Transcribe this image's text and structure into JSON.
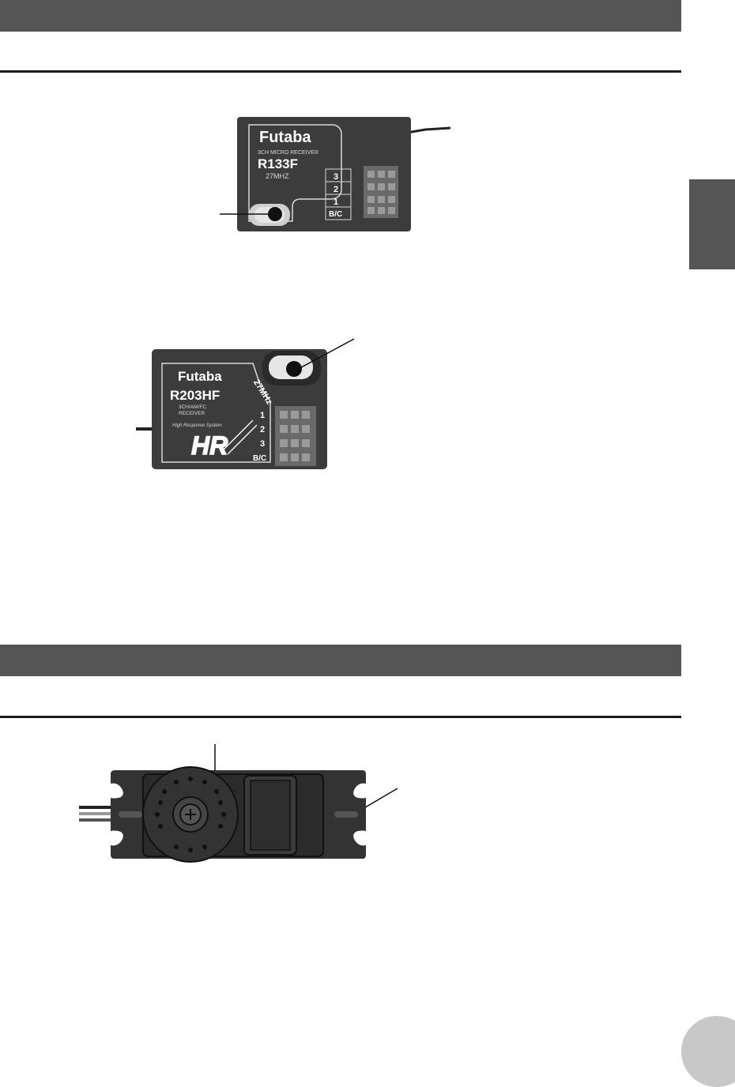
{
  "receiver1": {
    "brand": "Futaba",
    "subtitle": "3CH MICRO RECEIVER",
    "model": "R133F",
    "freq": "27MHZ",
    "channels": [
      "3",
      "2",
      "1",
      "B/C"
    ]
  },
  "receiver2": {
    "brand": "Futaba",
    "model": "R203HF",
    "subtitle_lines": [
      "3CH/AM/FC",
      "RECEIVER"
    ],
    "freq": "27MHz",
    "tagline": "High Response System",
    "logo": "HR",
    "channels": [
      "1",
      "2",
      "3",
      "B/C"
    ]
  },
  "colors": {
    "band": "#555555",
    "rule": "#1a1a1a",
    "tab": "#555555",
    "page_badge": "#c8c8c8",
    "receiver_body": "#3c3c3c",
    "servo_body": "#333333"
  }
}
